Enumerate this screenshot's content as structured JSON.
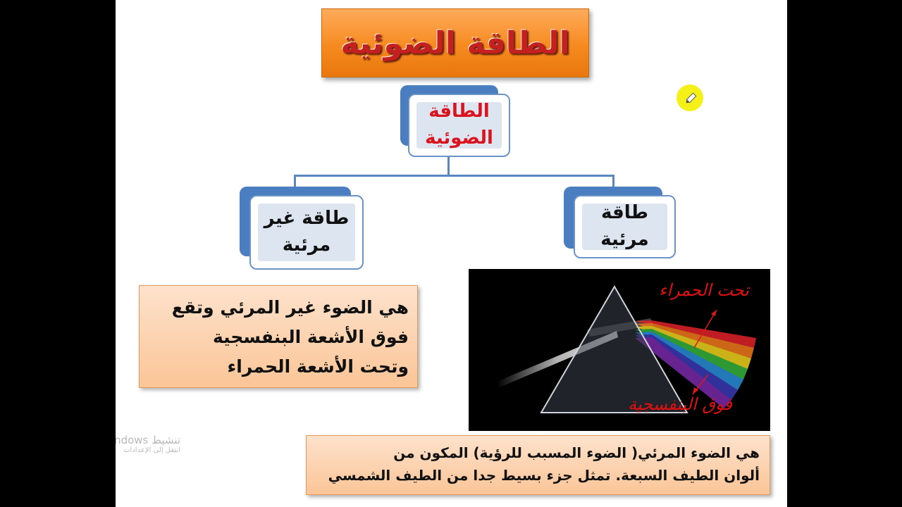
{
  "title": "الطاقة الضوئية",
  "root_node": {
    "line1": "الطاقة",
    "line2": "الضوئية"
  },
  "visible_node": {
    "line1": "طاقة",
    "line2": "مرئية"
  },
  "invisible_node": {
    "line1": "طاقة غير",
    "line2": "مرئية"
  },
  "invisible_description": {
    "line1": "هي الضوء غير المرئي وتقع",
    "line2": "فوق الأشعة البنفسجية",
    "line3": "وتحت الأشعة الحمراء"
  },
  "visible_description": {
    "line1": "هي الضوء المرئي( الضوء المسبب للرؤية)  المكون من",
    "line2": "ألوان الطيف السبعة. تمثل جزء بسيط جدا من الطيف الشمسي"
  },
  "prism_annotations": {
    "infrared": "تحت الحمراء",
    "ultraviolet": "فوق البنفسجية"
  },
  "watermark": {
    "line1": "تنشيط Windows",
    "line2": "انتقل إلى الإعدادات"
  },
  "colors": {
    "title_bg": "#f68a1f",
    "title_text": "#c3201f",
    "root_text": "#d9141e",
    "node_border": "#6b93c8",
    "node_shadow": "#4a7ec0",
    "desc_bg": "#fbc597",
    "annotation": "#e01010",
    "pointer": "#f5f018"
  }
}
